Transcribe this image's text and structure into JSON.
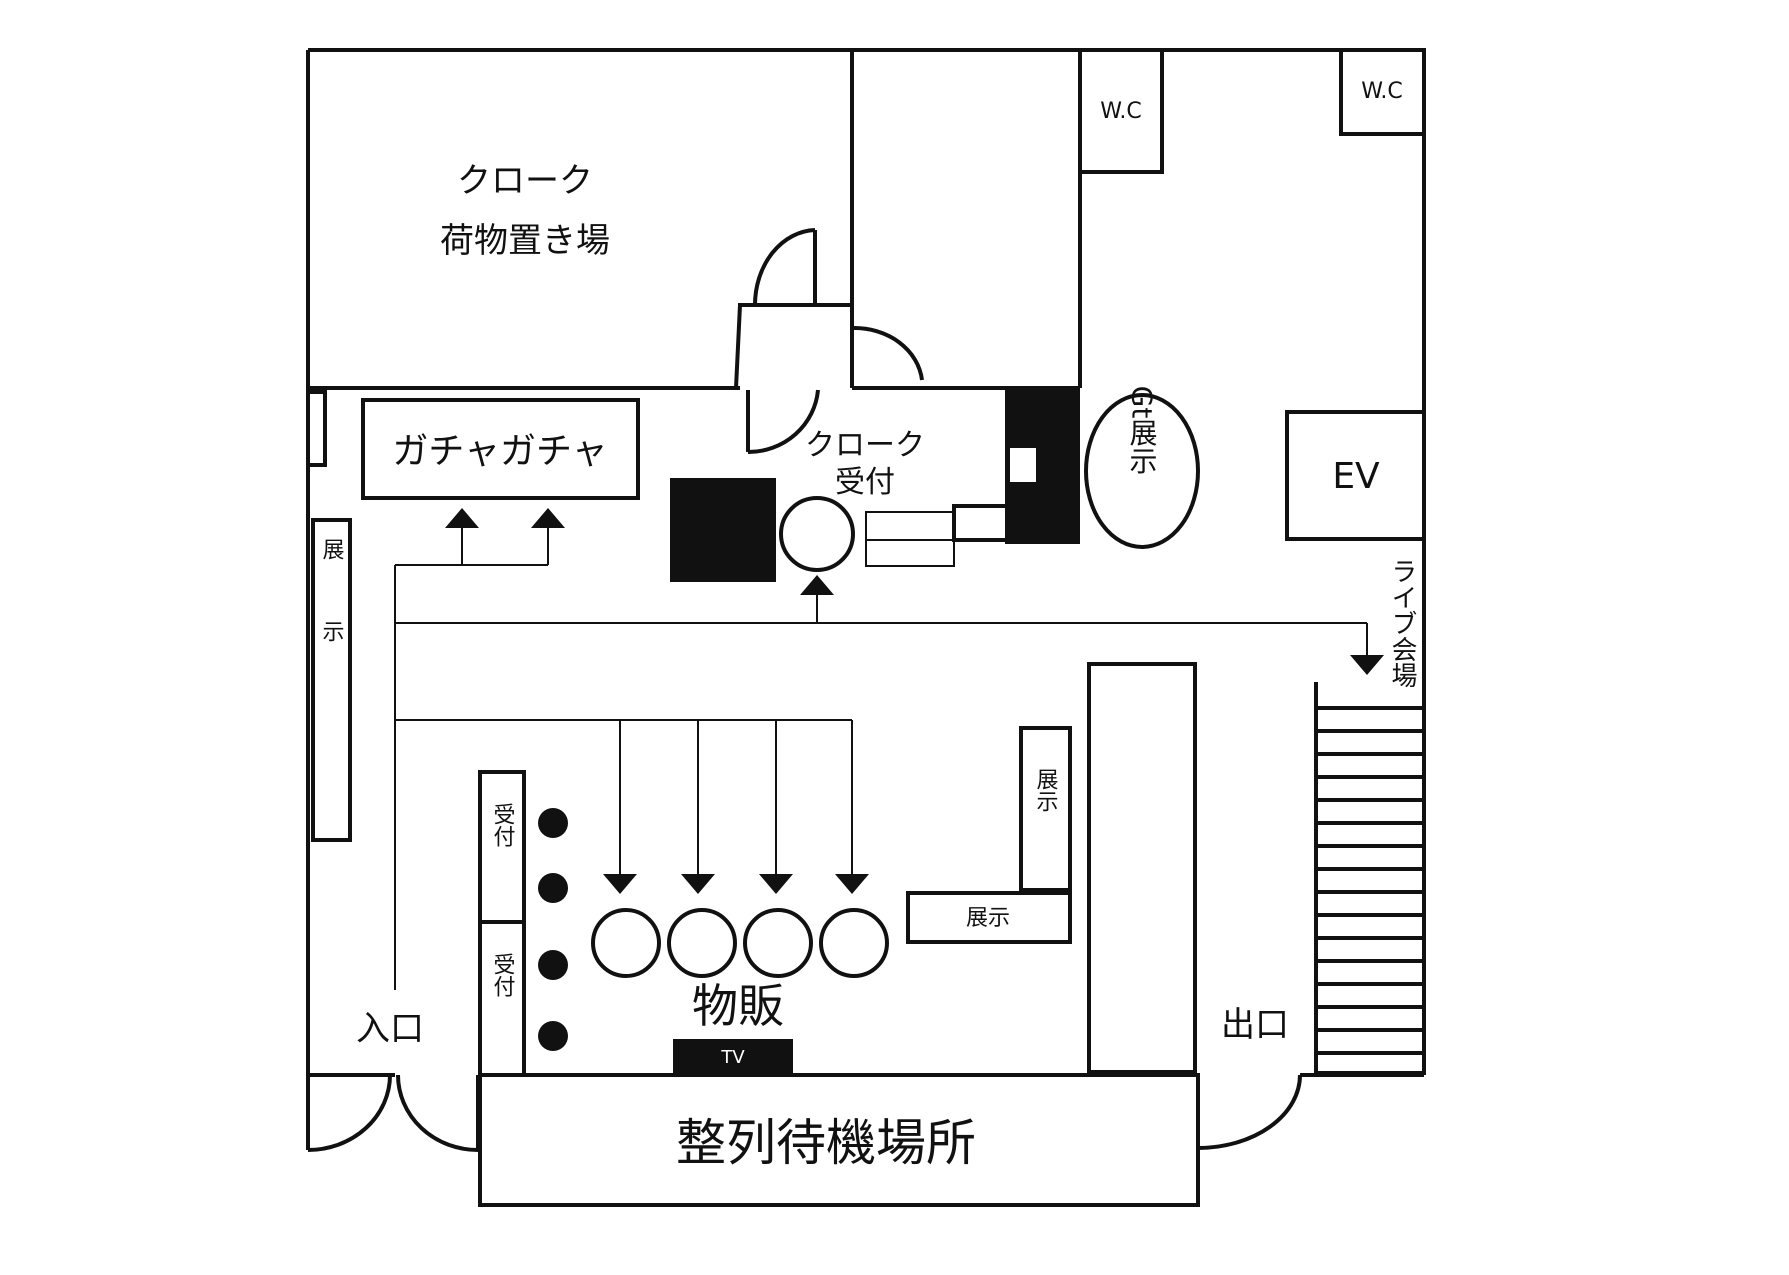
{
  "rooms": {
    "cloakroom_line1": "クローク",
    "cloakroom_line2": "荷物置き場",
    "wc_left": "W.C",
    "wc_right": "W.C",
    "gacha": "ガチャガチャ",
    "cloak_reception_line1": "クローク",
    "cloak_reception_line2": "受付",
    "gt_display": "Gt展示",
    "ev": "EV",
    "live_venue": "ライブ会場",
    "display_left": "展示",
    "display_right_vertical": "展示",
    "display_right_horizontal": "展示",
    "reception": "受付",
    "merch": "物販",
    "tv": "TV",
    "entrance": "入口",
    "exit": "出口",
    "waiting_area": "整列待機場所"
  },
  "colors": {
    "line": "#111111",
    "background": "#ffffff"
  }
}
